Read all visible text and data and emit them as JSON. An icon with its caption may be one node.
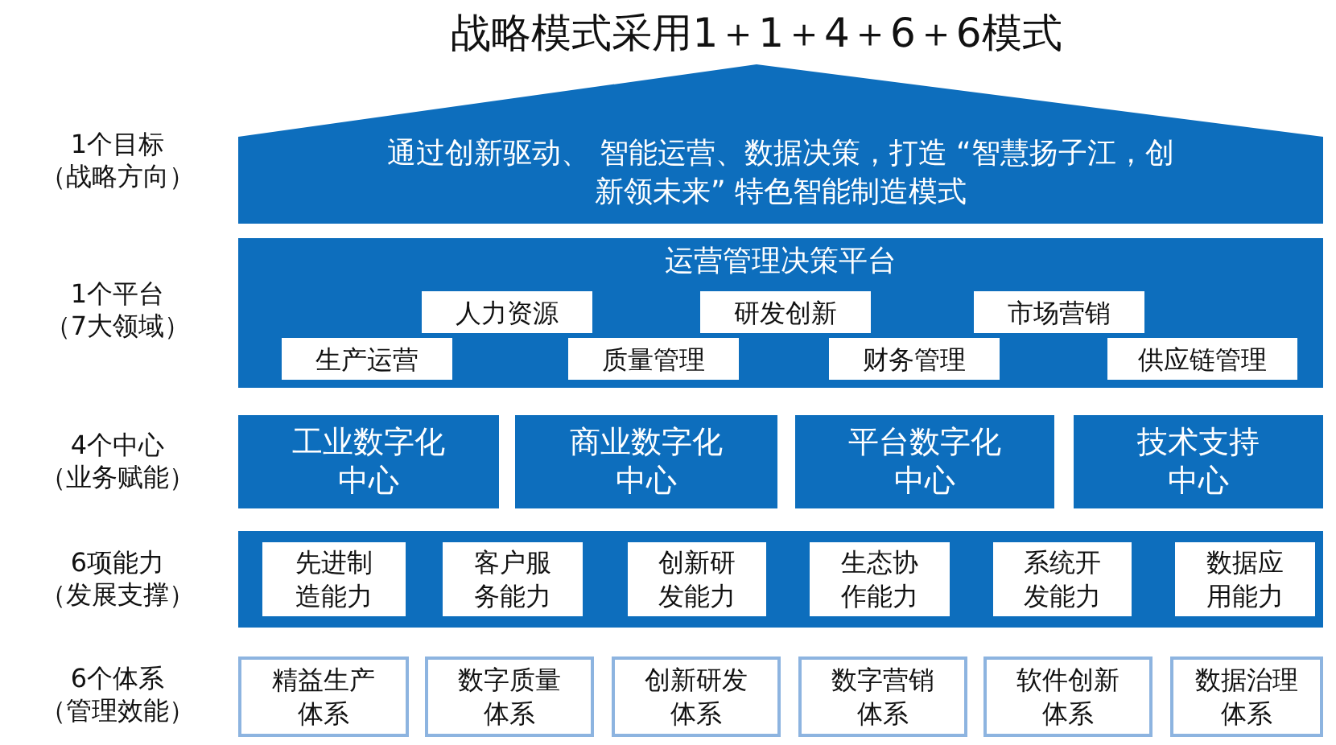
{
  "diagram": {
    "title": "战略模式采用1＋1＋4＋6＋6模式",
    "nodes": [
      {
        "text": [
          "通过创新驱动、 智能运营、数据决策，打造 “智慧扬子江，创新领未来” 特色智能制造模式"
        ]
      },
      {
        "text": [
          "运营管理决策平台"
        ]
      },
      {
        "text": [
          "人力资源"
        ],
        "in": 1
      },
      {
        "text": [
          "研发创新"
        ],
        "in": 1
      },
      {
        "text": [
          "市场营销"
        ],
        "in": 1
      },
      {
        "text": [
          "生产运营"
        ],
        "in": 1
      },
      {
        "text": [
          "质量管理"
        ],
        "in": 1
      },
      {
        "text": [
          "财务管理"
        ],
        "in": 1
      },
      {
        "text": [
          "供应链管理"
        ],
        "in": 1
      },
      {
        "text": [
          "工业数字化中心"
        ]
      },
      {
        "text": [
          "商业数字化中心"
        ]
      },
      {
        "text": [
          "平台数字化中心"
        ]
      },
      {
        "text": [
          "技术支持中心"
        ]
      },
      {
        "text": [],
        "shape": "bar"
      },
      {
        "text": [
          "先进制造能力"
        ],
        "in": 13
      },
      {
        "text": [
          "客户服务能力"
        ],
        "in": 13
      },
      {
        "text": [
          "创新研发能力"
        ],
        "in": 13
      },
      {
        "text": [
          "生态协作能力"
        ],
        "in": 13
      },
      {
        "text": [
          "系统开发能力"
        ],
        "in": 13
      },
      {
        "text": [
          "数据应用能力"
        ],
        "in": 13
      },
      {
        "text": [
          "精益生产体系"
        ]
      },
      {
        "text": [
          "数字质量体系"
        ]
      },
      {
        "text": [
          "创新研发体系"
        ]
      },
      {
        "text": [
          "数字营销体系"
        ]
      },
      {
        "text": [
          "软件创新体系"
        ]
      },
      {
        "text": [
          "数据治理体系"
        ]
      }
    ],
    "edges": [],
    "labels": [
      "1个目标（战略方向）",
      "1个平台（7大领域）",
      "4个中心（业务赋能）",
      "6项能力（发展支撑）",
      "6个体系（管理效能）"
    ]
  }
}
